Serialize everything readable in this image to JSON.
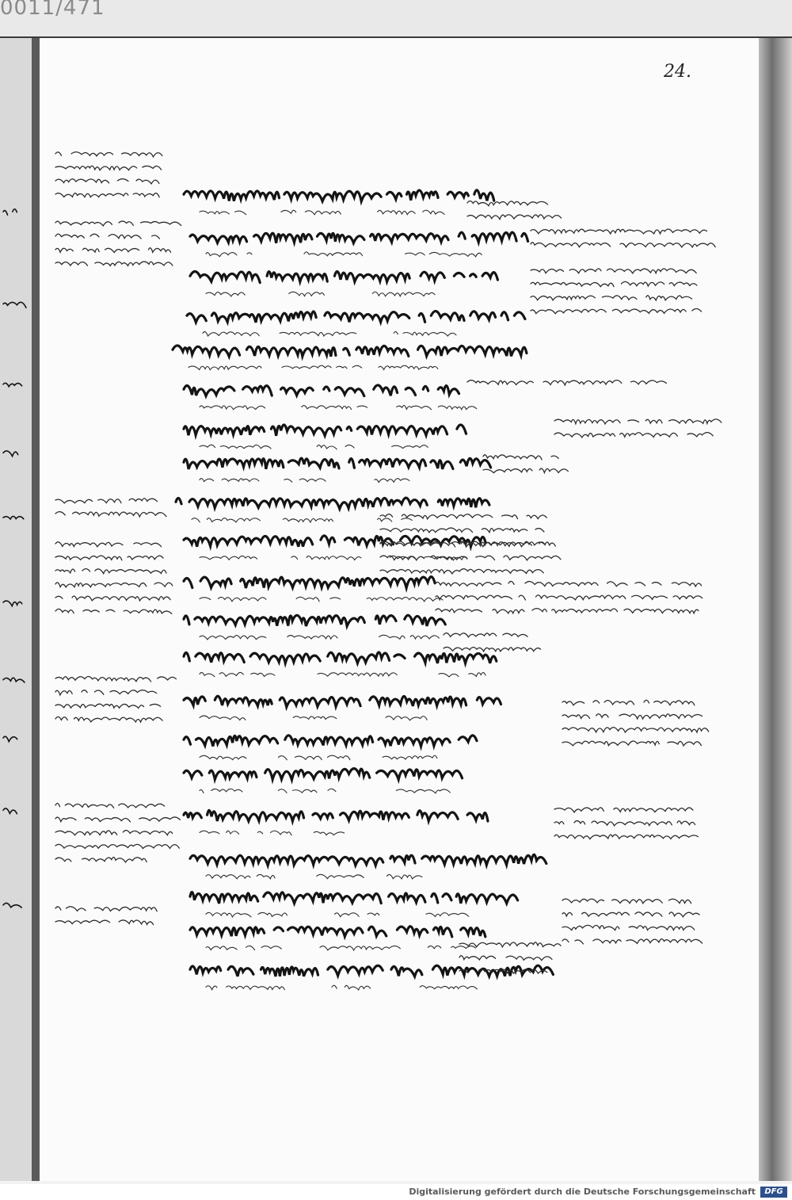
{
  "scan": {
    "shelfmark_fragment": "0011/471",
    "folio_number": "24."
  },
  "footer": {
    "credit": "Digitalisierung gefördert durch die Deutsche Forschungsgemeinschaft",
    "logo": "DFG"
  },
  "colors": {
    "ink": "#141414",
    "gloss_ink": "#2e2e2e",
    "paper": "#fbfbfb",
    "dfg_blue": "#2c4f8c"
  }
}
